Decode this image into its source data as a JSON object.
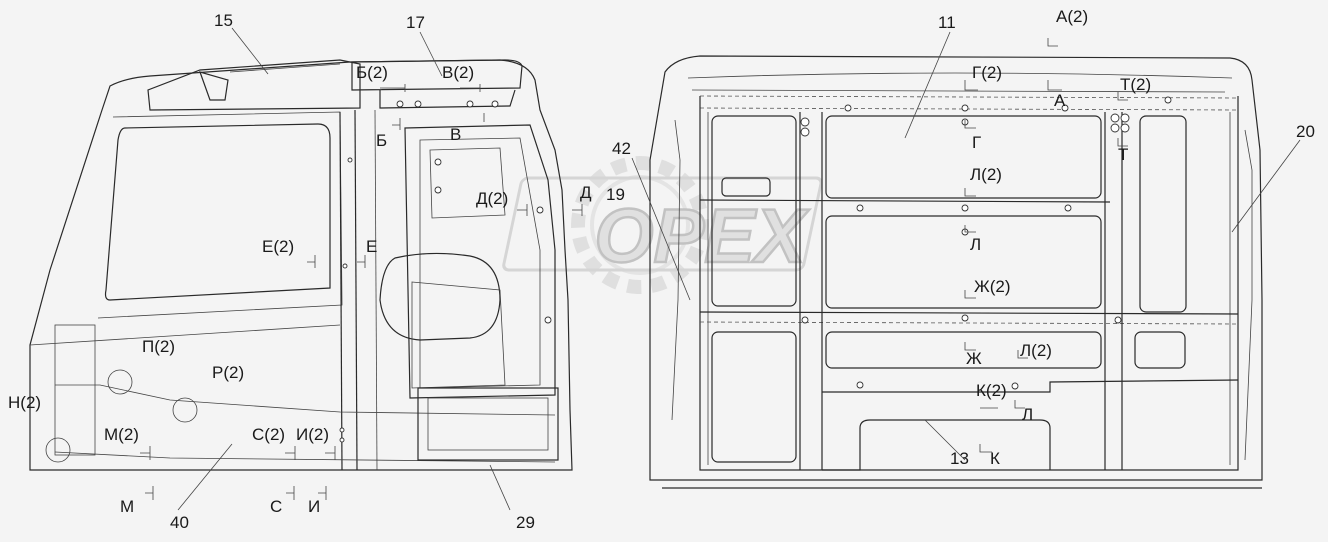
{
  "watermark": {
    "text": "OPEX",
    "color": "#c8c8c8"
  },
  "colors": {
    "line": "#2a2a2a",
    "background": "#f4f4f4"
  },
  "callouts": [
    {
      "id": "15",
      "text": "15"
    },
    {
      "id": "17",
      "text": "17"
    },
    {
      "id": "11",
      "text": "11"
    },
    {
      "id": "20",
      "text": "20"
    },
    {
      "id": "42",
      "text": "42"
    },
    {
      "id": "19",
      "text": "19"
    },
    {
      "id": "40",
      "text": "40"
    },
    {
      "id": "29",
      "text": "29"
    },
    {
      "id": "13",
      "text": "13"
    }
  ],
  "section_marks": [
    {
      "id": "b2",
      "text": "Б(2)"
    },
    {
      "id": "v2",
      "text": "В(2)"
    },
    {
      "id": "b",
      "text": "Б"
    },
    {
      "id": "v",
      "text": "В"
    },
    {
      "id": "d2",
      "text": "Д(2)"
    },
    {
      "id": "d",
      "text": "Д"
    },
    {
      "id": "e2",
      "text": "Е(2)"
    },
    {
      "id": "e",
      "text": "Е"
    },
    {
      "id": "p2",
      "text": "П(2)"
    },
    {
      "id": "r2",
      "text": "Р(2)"
    },
    {
      "id": "n2",
      "text": "Н(2)"
    },
    {
      "id": "m2",
      "text": "М(2)"
    },
    {
      "id": "s2",
      "text": "С(2)"
    },
    {
      "id": "i2",
      "text": "И(2)"
    },
    {
      "id": "m",
      "text": "М"
    },
    {
      "id": "s",
      "text": "С"
    },
    {
      "id": "i",
      "text": "И"
    },
    {
      "id": "a2",
      "text": "А(2)"
    },
    {
      "id": "g2",
      "text": "Г(2)"
    },
    {
      "id": "a",
      "text": "А"
    },
    {
      "id": "t2",
      "text": "Т(2)"
    },
    {
      "id": "g",
      "text": "Г"
    },
    {
      "id": "t",
      "text": "Т"
    },
    {
      "id": "l2a",
      "text": "Л(2)"
    },
    {
      "id": "l1",
      "text": "Л"
    },
    {
      "id": "zh2",
      "text": "Ж(2)"
    },
    {
      "id": "zh",
      "text": "Ж"
    },
    {
      "id": "l2b",
      "text": "Л(2)"
    },
    {
      "id": "k2",
      "text": "К(2)"
    },
    {
      "id": "l2",
      "text": "Л"
    },
    {
      "id": "k",
      "text": "К"
    }
  ]
}
